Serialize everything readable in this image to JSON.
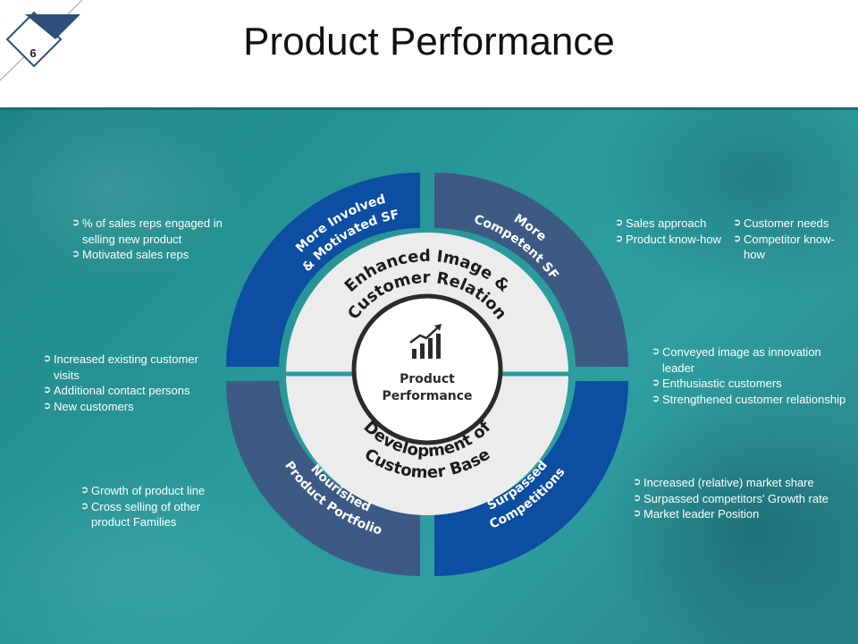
{
  "slide": {
    "title": "Product Performance",
    "page_number": "6"
  },
  "diagram": {
    "center_label": [
      "Product",
      "Performance"
    ],
    "center_icon": "growth-chart-icon",
    "inner_top_label": [
      "Enhanced Image &",
      "Customer Relation"
    ],
    "inner_bottom_label": [
      "Development of",
      "Customer Base"
    ],
    "segments": [
      {
        "position": "top-left",
        "label": [
          "More Involved",
          "& Motivated SF"
        ],
        "color": "#0b4ea2"
      },
      {
        "position": "top-right",
        "label": [
          "More",
          "Competent SF"
        ],
        "color": "#3d5a85"
      },
      {
        "position": "bottom-left",
        "label": [
          "Nourished",
          "Product Portfolio"
        ],
        "color": "#3d5a85"
      },
      {
        "position": "bottom-right",
        "label": [
          "Surpassed",
          "Competitions"
        ],
        "color": "#0b4ea2"
      }
    ]
  },
  "notes": {
    "top_left": [
      "% of sales reps engaged in selling new product",
      "Motivated sales reps"
    ],
    "top_right_a": [
      "Sales approach",
      "Product know-how"
    ],
    "top_right_b": [
      "Customer needs",
      "Competitor know-how"
    ],
    "mid_left": [
      "Increased existing customer visits",
      "Additional  contact persons",
      "New customers"
    ],
    "mid_right": [
      "Conveyed image as innovation leader",
      "Enthusiastic customers",
      "Strengthened customer relationship"
    ],
    "bottom_left": [
      "Growth of product line",
      "Cross selling of other product Families"
    ],
    "bottom_right": [
      "Increased (relative) market share",
      "Surpassed competitors' Growth rate",
      "Market leader Position"
    ]
  },
  "colors": {
    "segment_dark_blue": "#0b4ea2",
    "segment_slate_blue": "#3d5a85",
    "inner_ring": "#ececec",
    "teal_background": "#2a9a9c",
    "badge_navy": "#2f4f7a"
  }
}
